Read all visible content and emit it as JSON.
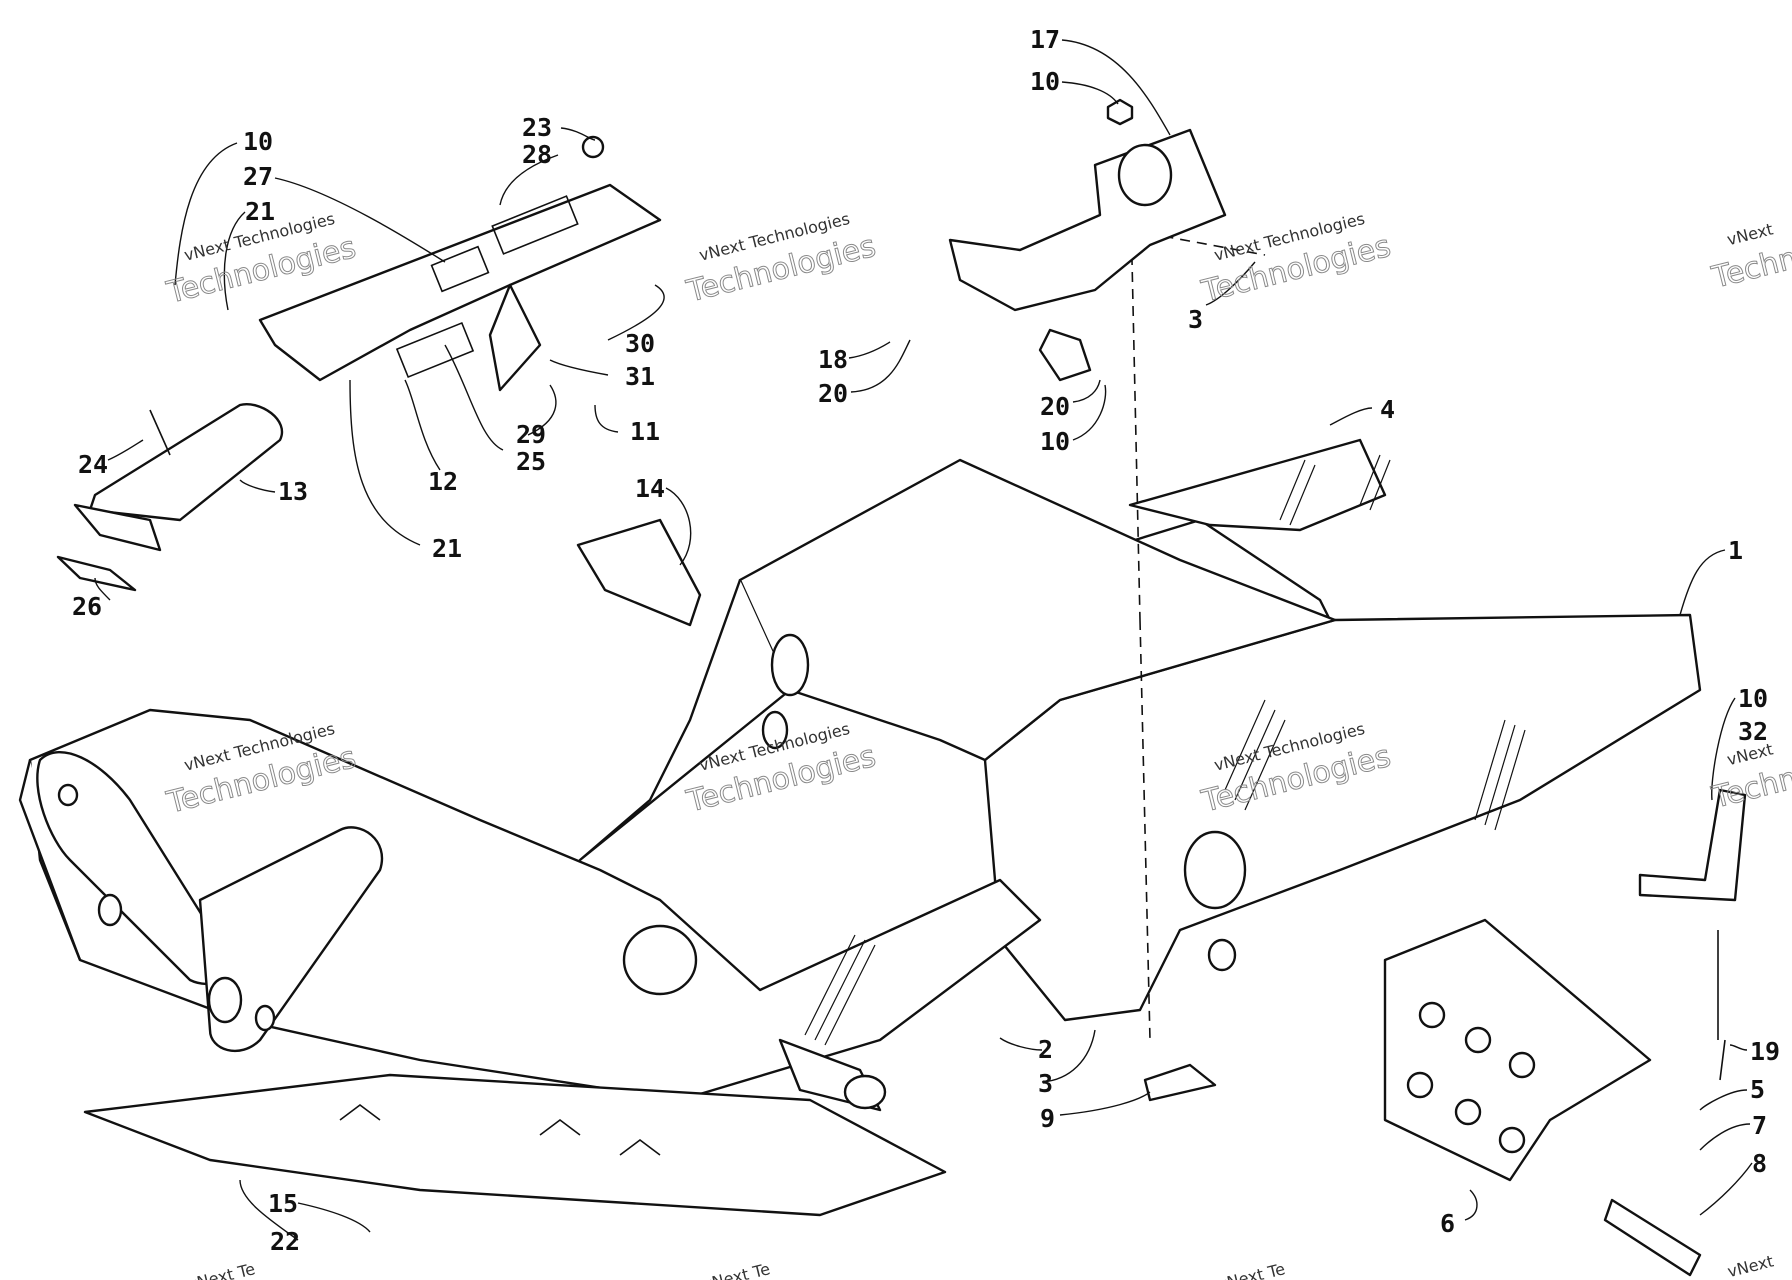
{
  "watermark": {
    "line1": "vNext Technologies",
    "line2": "Technologies",
    "partial_line1": "vNext Te",
    "partial_top": "vNext",
    "partial_bottom": "Techno"
  },
  "callouts": [
    {
      "id": "c17-top",
      "label": "17"
    },
    {
      "id": "c10-top",
      "label": "10"
    },
    {
      "id": "c23",
      "label": "23"
    },
    {
      "id": "c28",
      "label": "28"
    },
    {
      "id": "c10-left",
      "label": "10"
    },
    {
      "id": "c27",
      "label": "27"
    },
    {
      "id": "c21-upper",
      "label": "21"
    },
    {
      "id": "c30",
      "label": "30"
    },
    {
      "id": "c31",
      "label": "31"
    },
    {
      "id": "c11",
      "label": "11"
    },
    {
      "id": "c29",
      "label": "29"
    },
    {
      "id": "c25",
      "label": "25"
    },
    {
      "id": "c12",
      "label": "12"
    },
    {
      "id": "c21-lower",
      "label": "21"
    },
    {
      "id": "c24",
      "label": "24"
    },
    {
      "id": "c13",
      "label": "13"
    },
    {
      "id": "c26",
      "label": "26"
    },
    {
      "id": "c14",
      "label": "14"
    },
    {
      "id": "c18",
      "label": "18"
    },
    {
      "id": "c20-left",
      "label": "20"
    },
    {
      "id": "c20-right",
      "label": "20"
    },
    {
      "id": "c10-mid",
      "label": "10"
    },
    {
      "id": "c3-top",
      "label": "3"
    },
    {
      "id": "c4",
      "label": "4"
    },
    {
      "id": "c1",
      "label": "1"
    },
    {
      "id": "c10-right",
      "label": "10"
    },
    {
      "id": "c32",
      "label": "32"
    },
    {
      "id": "c19",
      "label": "19"
    },
    {
      "id": "c5",
      "label": "5"
    },
    {
      "id": "c7",
      "label": "7"
    },
    {
      "id": "c8",
      "label": "8"
    },
    {
      "id": "c6",
      "label": "6"
    },
    {
      "id": "c2",
      "label": "2"
    },
    {
      "id": "c3-bottom",
      "label": "3"
    },
    {
      "id": "c9",
      "label": "9"
    },
    {
      "id": "c15",
      "label": "15"
    },
    {
      "id": "c22",
      "label": "22"
    }
  ]
}
